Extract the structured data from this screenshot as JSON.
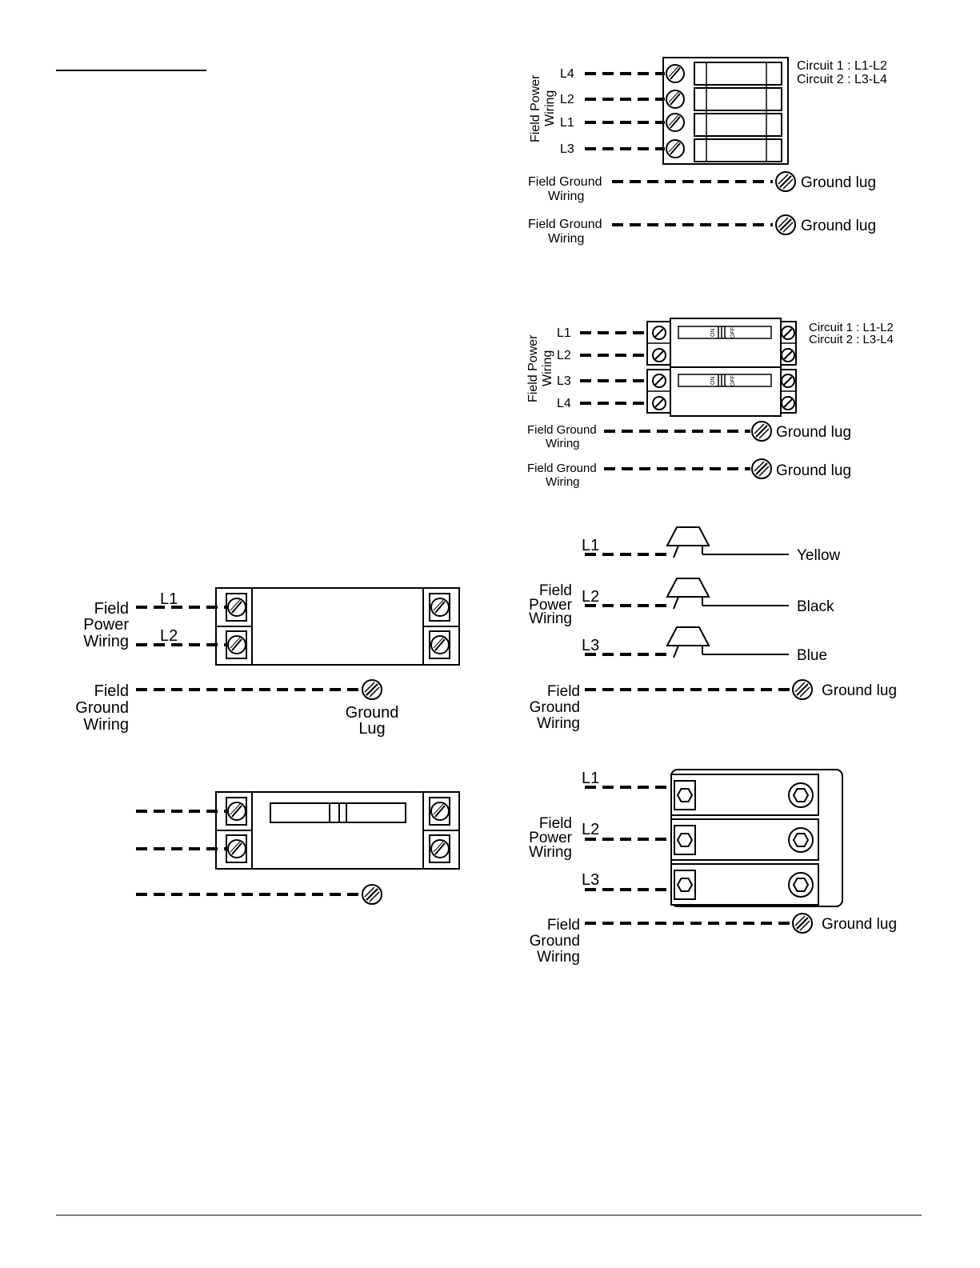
{
  "diagram_a": {
    "terminals": [
      "L4",
      "L2",
      "L1",
      "L3"
    ],
    "power_label": [
      "Field Power",
      "Wiring"
    ],
    "circuits": [
      "Circuit 1 : L1-L2",
      "Circuit 2 : L3-L4"
    ],
    "ground": [
      {
        "label": [
          "Field Ground",
          "Wiring"
        ],
        "lug": "Ground lug"
      },
      {
        "label": [
          "Field Ground",
          "Wiring"
        ],
        "lug": "Ground lug"
      }
    ]
  },
  "diagram_b": {
    "terminals": [
      "L1",
      "L2",
      "L3",
      "L4"
    ],
    "power_label": [
      "Field Power",
      "Wiring"
    ],
    "circuits": [
      "Circuit 1 : L1-L2",
      "Circuit 2 : L3-L4"
    ],
    "breaker_on": "ON",
    "breaker_off": "OFF",
    "ground": [
      {
        "label": [
          "Field Ground",
          "Wiring"
        ],
        "lug": "Ground lug"
      },
      {
        "label": [
          "Field Ground",
          "Wiring"
        ],
        "lug": "Ground lug"
      }
    ]
  },
  "diagram_c": {
    "terminals": [
      "L1",
      "L2"
    ],
    "power_label": [
      "Field",
      "Power",
      "Wiring"
    ],
    "ground_label": [
      "Field",
      "Ground",
      "Wiring"
    ],
    "lug": [
      "Ground",
      "Lug"
    ]
  },
  "diagram_e": {
    "terminals": [
      "L1",
      "L2",
      "L3"
    ],
    "colors": [
      "Yellow",
      "Black",
      "Blue"
    ],
    "power_label": [
      "Field",
      "Power",
      "Wiring"
    ],
    "ground_label": [
      "Field",
      "Ground",
      "Wiring"
    ],
    "lug": "Ground lug"
  },
  "diagram_f": {
    "terminals": [
      "L1",
      "L2",
      "L3"
    ],
    "power_label": [
      "Field",
      "Power",
      "Wiring"
    ],
    "ground_label": [
      "Field",
      "Ground",
      "Wiring"
    ],
    "lug": "Ground lug"
  }
}
